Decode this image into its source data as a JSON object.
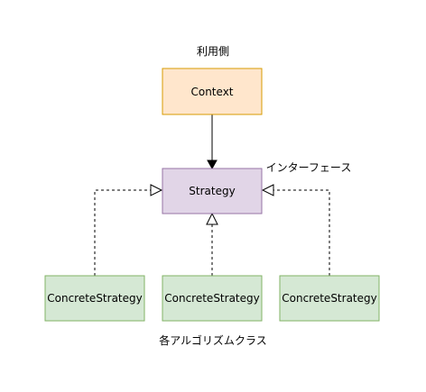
{
  "labels": {
    "top_caption": "利用側",
    "interface_caption": "インターフェース",
    "bottom_caption": "各アルゴリズムクラス"
  },
  "nodes": {
    "context": {
      "label": "Context",
      "fill": "#ffe6cc",
      "stroke": "#d79b00"
    },
    "strategy": {
      "label": "Strategy",
      "fill": "#e1d5e7",
      "stroke": "#9673a6"
    },
    "concrete": [
      {
        "label": "ConcreteStrategy",
        "fill": "#d5e8d4",
        "stroke": "#82b366"
      },
      {
        "label": "ConcreteStrategy",
        "fill": "#d5e8d4",
        "stroke": "#82b366"
      },
      {
        "label": "ConcreteStrategy",
        "fill": "#d5e8d4",
        "stroke": "#82b366"
      }
    ]
  },
  "colors": {
    "line": "#000000",
    "background": "#ffffff"
  }
}
